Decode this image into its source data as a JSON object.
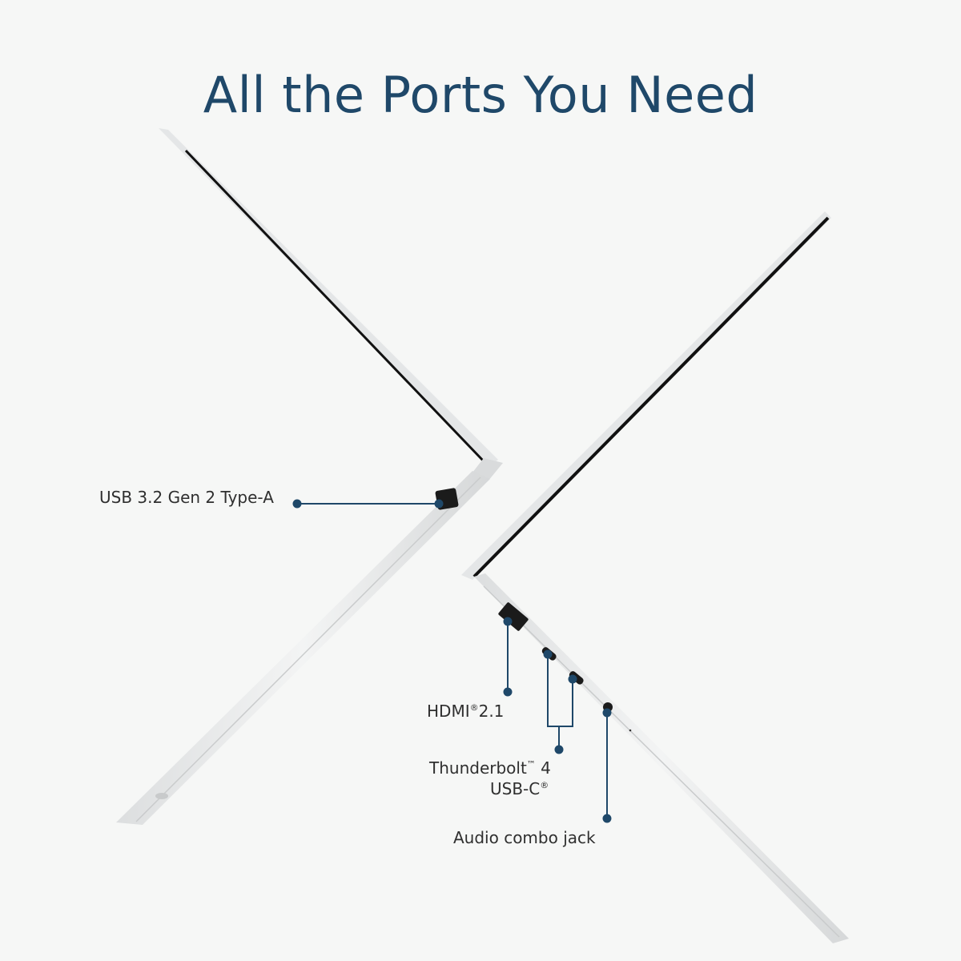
{
  "title": "All the Ports You Need",
  "ports": {
    "usb_a": "USB 3.2 Gen 2 Type-A",
    "hdmi": "HDMI",
    "hdmi_mark": "®",
    "hdmi_version": "2.1",
    "thunderbolt": "Thunderbolt",
    "thunderbolt_mark": "™",
    "thunderbolt_version": " 4",
    "usb_c": "USB-C",
    "usb_c_mark": "®",
    "audio": "Audio combo jack"
  },
  "colors": {
    "background": "#f6f7f6",
    "title": "#1f4869",
    "callout": "#1f4869",
    "laptop_body": "#e9eaea",
    "screen_bezel": "#111111"
  }
}
